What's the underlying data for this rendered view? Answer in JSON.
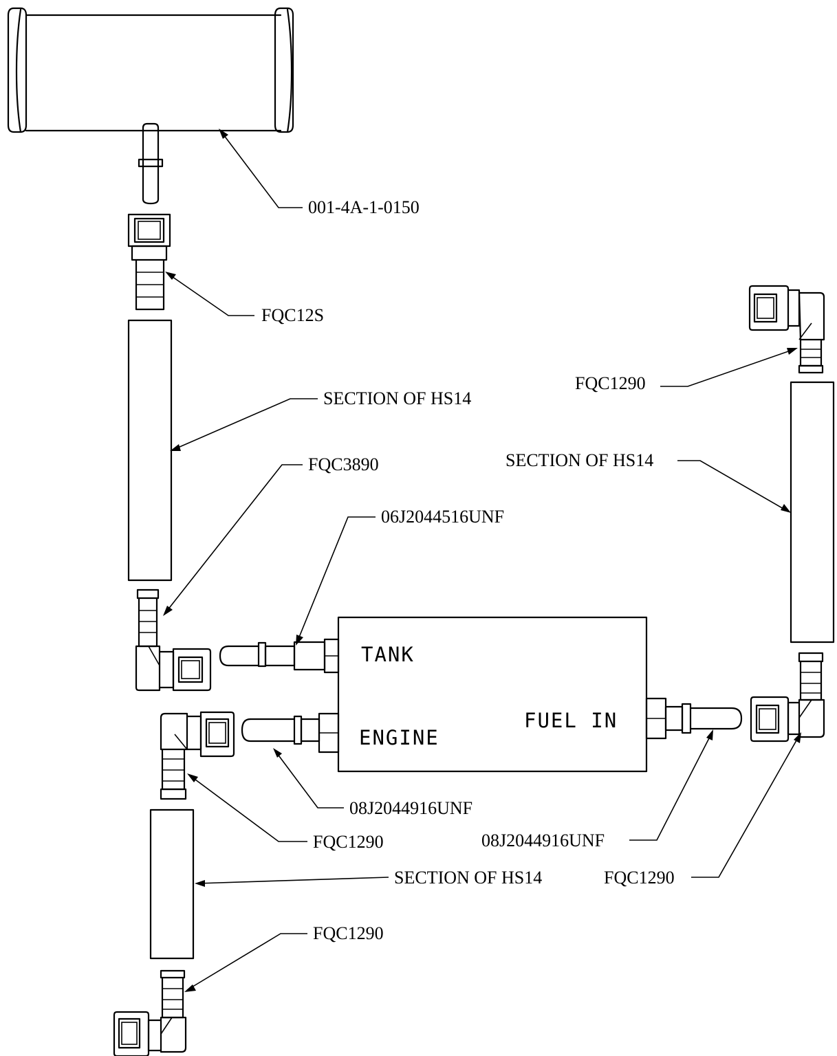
{
  "diagram": {
    "labels": {
      "tank_part": "001-4A-1-0150",
      "fitting_fqc12s": "FQC12S",
      "hose_upper_left": "SECTION OF HS14",
      "fitting_fqc3890": "FQC3890",
      "fitting_06j": "06J2044516UNF",
      "fitting_fqc1290_top_right": "FQC1290",
      "hose_right": "SECTION OF HS14",
      "fitting_08j_engine": "08J2044916UNF",
      "fitting_fqc1290_lower_left": "FQC1290",
      "fitting_08j_fuel_in": "08J2044916UNF",
      "hose_lower_left": "SECTION OF HS14",
      "fitting_fqc1290_bottom_right": "FQC1290",
      "fitting_fqc1290_bottom": "FQC1290"
    },
    "filter_box": {
      "tank": "TANK",
      "engine": "ENGINE",
      "fuel_in": "FUEL IN"
    }
  }
}
